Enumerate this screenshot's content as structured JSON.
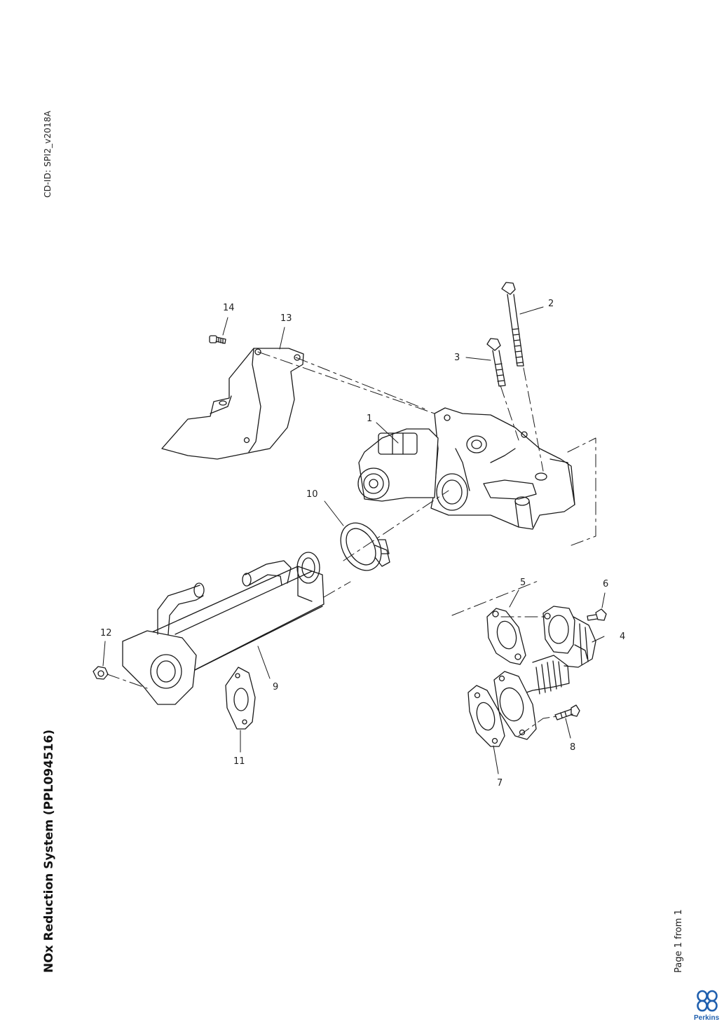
{
  "document": {
    "cd_id": "CD-ID: SPI2_v2018A",
    "title": "NOx Reduction System (PPL094516)",
    "footer": "Page 1 from 1"
  },
  "brand": {
    "name": "Perkins",
    "color": "#1f5fae"
  },
  "callouts": [
    "1",
    "2",
    "3",
    "4",
    "5",
    "6",
    "7",
    "8",
    "9",
    "10",
    "11",
    "12",
    "13",
    "14"
  ]
}
